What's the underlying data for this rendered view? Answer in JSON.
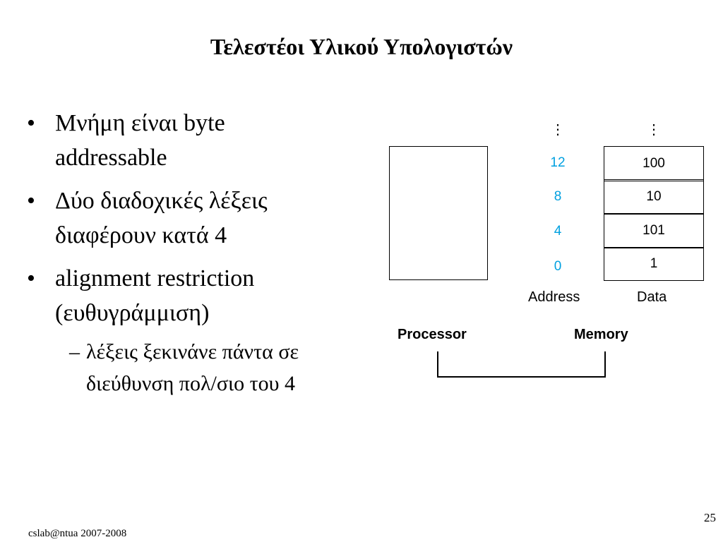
{
  "slide": {
    "title": "Τελεστέοι Υλικού Υπολογιστών",
    "bullets": [
      {
        "marker": "•",
        "lines": [
          "Μνήμη είναι byte",
          "addressable"
        ]
      },
      {
        "marker": "•",
        "lines": [
          "Δύο διαδοχικές λέξεις",
          "διαφέρουν κατά 4"
        ]
      },
      {
        "marker": "•",
        "lines": [
          "alignment restriction",
          "(ευθυγράμμιση)"
        ]
      }
    ],
    "subbullet": {
      "marker": "–",
      "lines": [
        "λέξεις ξεκινάνε πάντα σε",
        "διεύθυνση πολ/σιο του 4"
      ]
    }
  },
  "diagram": {
    "addresses": [
      "12",
      "8",
      "4",
      "0"
    ],
    "data_values": [
      "100",
      "10",
      "101",
      "1"
    ],
    "address_label": "Address",
    "data_label": "Data",
    "processor_label": "Processor",
    "memory_label": "Memory",
    "vdots": "⋮",
    "address_color": "#00a0e0"
  },
  "footer": {
    "credit": "cslab@ntua 2007-2008",
    "page_number": "25"
  }
}
